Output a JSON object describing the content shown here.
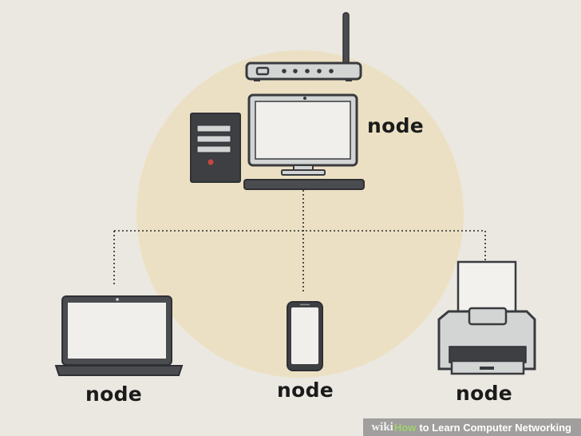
{
  "labels": {
    "desktop": "node",
    "laptop": "node",
    "phone": "node",
    "printer": "node"
  },
  "watermark": {
    "brand": "wiki",
    "how": "How",
    "title": "to Learn Computer Networking"
  },
  "colors": {
    "background": "#ebe8e1",
    "circle": "#ece0c4",
    "outline": "#383a3d",
    "screen": "#f0efec",
    "device_body": "#d3d4d4",
    "led_red": "#c9463f"
  }
}
